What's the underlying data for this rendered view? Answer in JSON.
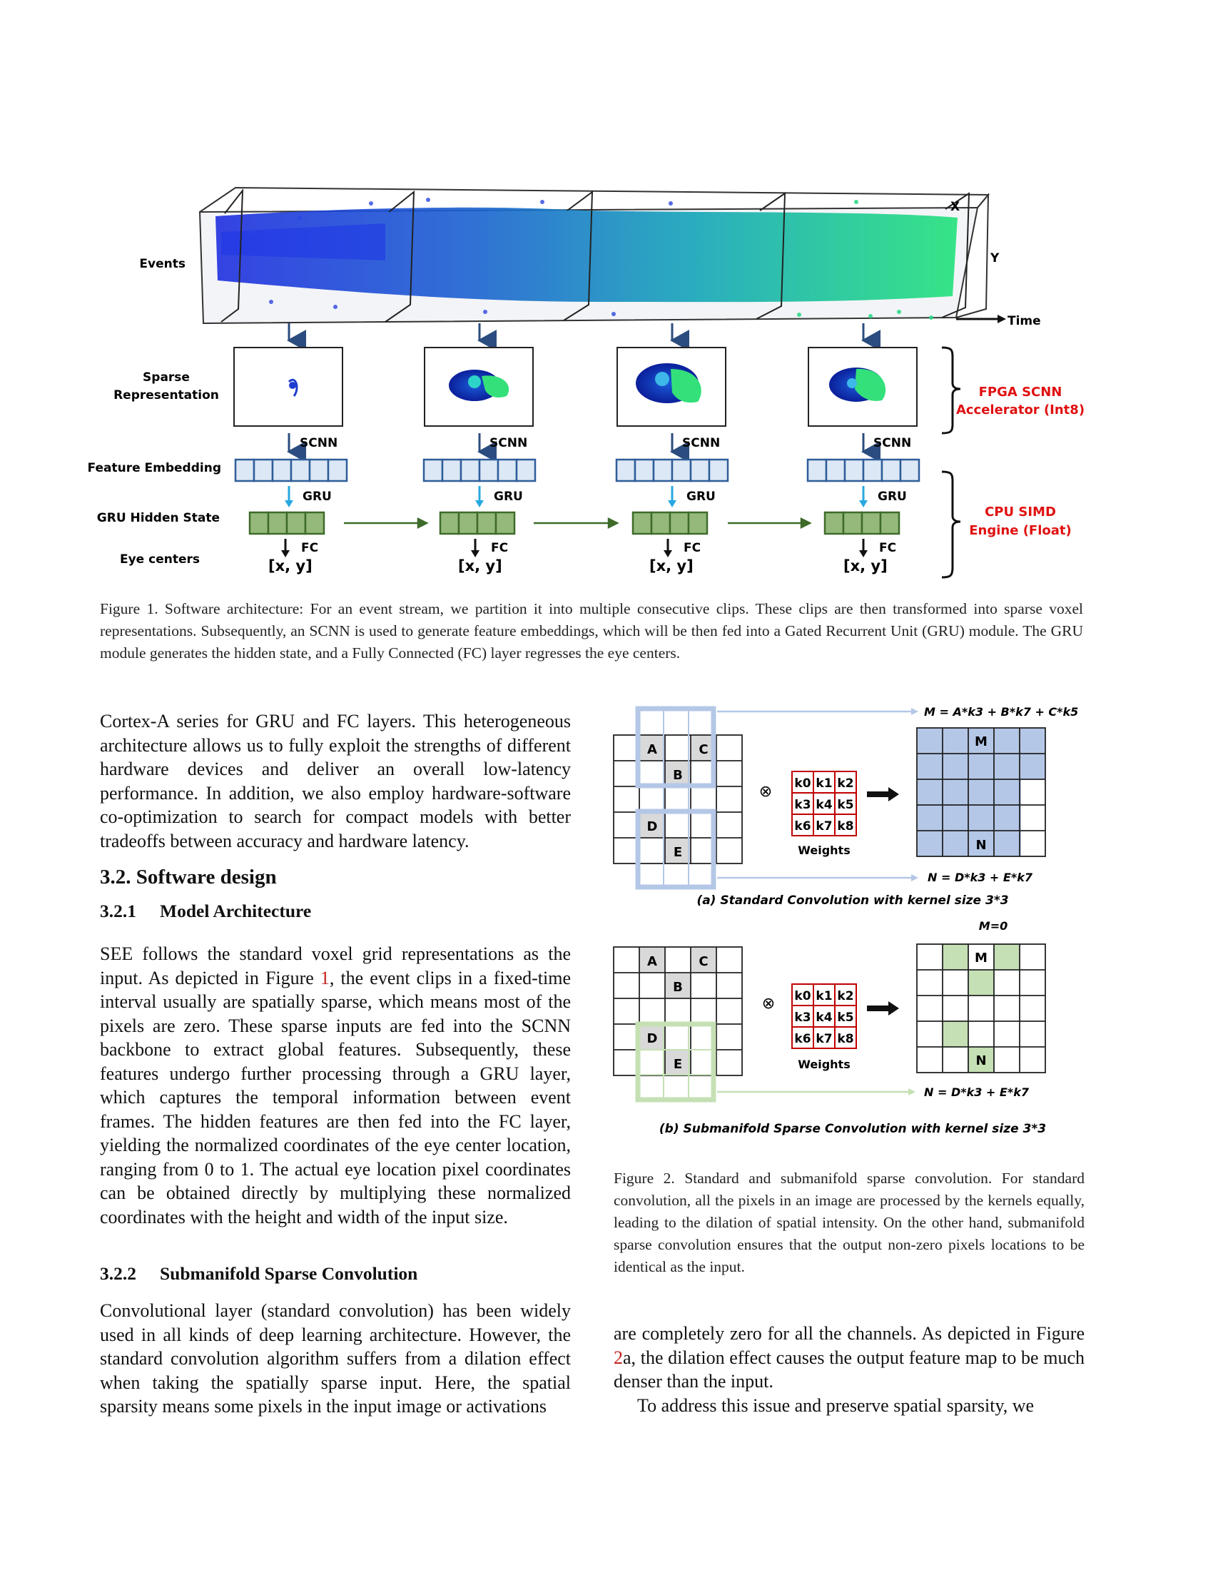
{
  "figure1": {
    "labels": {
      "events": "Events",
      "sparse": [
        "Sparse",
        "Representation"
      ],
      "feature": "Feature Embedding",
      "gru_state": "GRU Hidden State",
      "eye": "Eye centers",
      "x_axis": "X",
      "y_axis": "Y",
      "time": "Time",
      "scnn": "SCNN",
      "gru": "GRU",
      "fc": "FC",
      "xy": "[x, y]",
      "fpga": [
        "FPGA SCNN",
        "Accelerator (Int8)"
      ],
      "cpu": [
        "CPU SIMD",
        "Engine (Float)"
      ]
    },
    "colors": {
      "accent_red": "#e01010",
      "grid_blue": "#2f5d9a",
      "grid_fill": "#dce8f5",
      "gru_green": "#95b97a",
      "gru_border": "#3e6b2a",
      "arrow_cyan": "#29a8e0"
    },
    "caption": "Figure 1. Software architecture: For an event stream, we partition it into multiple consecutive clips. These clips are then transformed into sparse voxel representations. Subsequently, an SCNN is used to generate feature embeddings, which will be then fed into a Gated Recurrent Unit (GRU) module. The GRU module generates the hidden state, and a Fully Connected (FC) layer regresses the eye centers."
  },
  "body": {
    "left_para1": "Cortex-A series for GRU and FC layers. This heterogeneous architecture allows us to fully exploit the strengths of different hardware devices and deliver an overall low-latency performance. In addition, we also employ hardware-software co-optimization to search for compact models with better tradeoffs between accuracy and hardware latency.",
    "section_title": "3.2. Software design",
    "sub1_num": "3.2.1",
    "sub1_title": "Model Architecture",
    "left_para2_a": "SEE follows the standard voxel grid representations as the input. As depicted in Figure ",
    "left_para2_ref": "1",
    "left_para2_b": ", the event clips in a fixed-time interval usually are spatially sparse, which means most of the pixels are zero. These sparse inputs are fed into the SCNN backbone to extract global features. Subsequently, these features undergo further processing through a GRU layer, which captures the temporal information between event frames. The hidden features are then fed into the FC layer, yielding the normalized coordinates of the eye center location, ranging from 0 to 1. The actual eye location pixel coordinates can be obtained directly by multiplying these normalized coordinates with the height and width of the input size.",
    "sub2_num": "3.2.2",
    "sub2_title": "Submanifold Sparse Convolution",
    "left_para3": "Convolutional layer (standard convolution) has been widely used in all kinds of deep learning architecture. However, the standard convolution algorithm suffers from a dilation effect when taking the spatially sparse input. Here, the spatial sparsity means some pixels in the input image or activations",
    "right_para1_a": "are completely zero for all the channels. As depicted in Figure ",
    "right_para1_ref": "2",
    "right_para1_b": "a, the dilation effect causes the output feature map to be much denser than the input.",
    "right_para2": "To address this issue and preserve spatial sparsity, we"
  },
  "figure2": {
    "labels": {
      "A": "A",
      "B": "B",
      "C": "C",
      "D": "D",
      "E": "E",
      "M": "M",
      "N": "N",
      "weights": "Weights",
      "otimes": "⊗",
      "eq_m": "M = A*k3 + B*k7 + C*k5",
      "eq_n": "N = D*k3 + E*k7",
      "m_zero": "M=0",
      "title_a": "(a) Standard Convolution with kernel size 3*3",
      "title_b": "(b) Submanifold Sparse Convolution with kernel size 3*3"
    },
    "kernel": [
      "k0",
      "k1",
      "k2",
      "k3",
      "k4",
      "k5",
      "k6",
      "k7",
      "k8"
    ],
    "colors": {
      "std_blue": "#b4c7e7",
      "sub_green": "#c5e0b4",
      "kernel_red": "#c00000",
      "cell_gray": "#d9d9d9"
    },
    "caption": "Figure 2. Standard and submanifold sparse convolution. For standard convolution, all the pixels in an image are processed by the kernels equally, leading to the dilation of spatial intensity. On the other hand, submanifold sparse convolution ensures that the output non-zero pixels locations to be identical as the input."
  }
}
